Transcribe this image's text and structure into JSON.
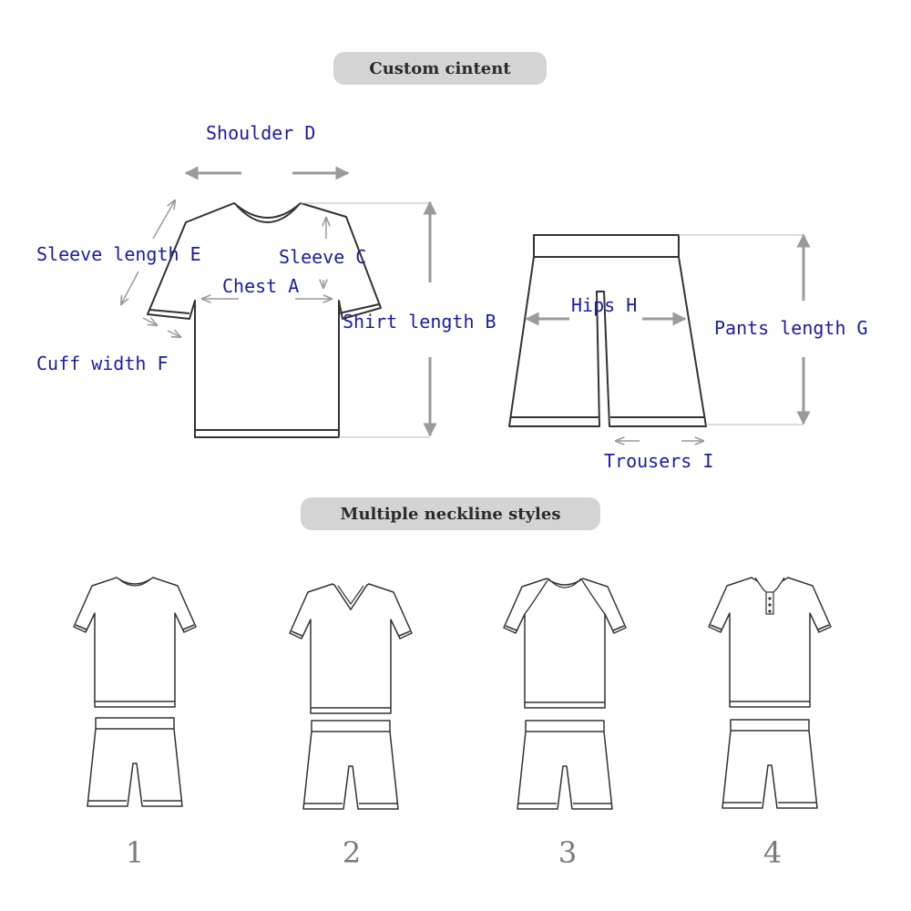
{
  "headings": {
    "custom_content": "Custom cintent",
    "neckline_styles": "Multiple neckline styles"
  },
  "measurements": {
    "shoulder": "Shoulder D",
    "sleeve_length": "Sleeve length E",
    "sleeve": "Sleeve C",
    "chest": "Chest A",
    "shirt_length": "Shirt length B",
    "cuff_width": "Cuff width F",
    "hips": "Hips H",
    "pants_length": "Pants length G",
    "trousers": "Trousers I"
  },
  "styles": [
    {
      "number": "1",
      "neckline": "crew neck"
    },
    {
      "number": "2",
      "neckline": "v neck"
    },
    {
      "number": "3",
      "neckline": "raglan crew neck"
    },
    {
      "number": "4",
      "neckline": "polo collar"
    }
  ],
  "colors": {
    "label_text": "#1c1ca0",
    "heading_pill": "#d4d4d4",
    "arrow": "#9a9a9a",
    "outline": "#333333"
  }
}
